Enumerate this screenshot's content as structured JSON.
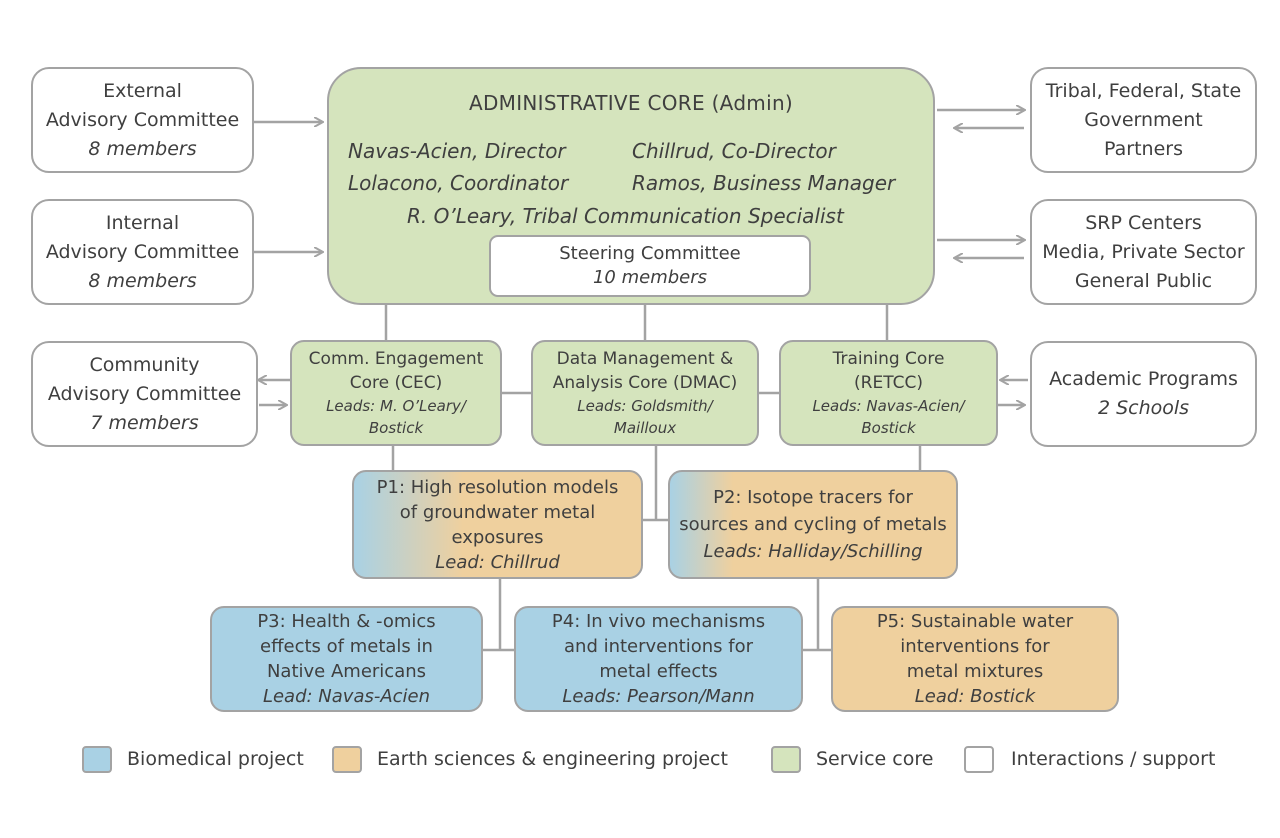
{
  "admin": {
    "title": "ADMINISTRATIVE CORE (Admin)",
    "members": [
      "Navas-Acien, Director",
      "Chillrud, Co-Director",
      "Lolacono, Coordinator",
      "Ramos, Business Manager",
      "R. O’Leary, Tribal Communication Specialist"
    ],
    "steering": {
      "name": "Steering Committee",
      "size": "10 members"
    }
  },
  "left_committees": [
    {
      "line1": "External",
      "line2": "Advisory Committee",
      "size": "8 members"
    },
    {
      "line1": "Internal",
      "line2": "Advisory Committee",
      "size": "8 members"
    },
    {
      "line1": "Community",
      "line2": "Advisory Committee",
      "size": "7 members"
    }
  ],
  "right_partners": [
    {
      "lines": [
        "Tribal, Federal, State",
        "Government",
        "Partners"
      ]
    },
    {
      "lines": [
        "SRP Centers",
        "Media, Private Sector",
        "General Public"
      ]
    },
    {
      "name": "Academic Programs",
      "size": "2 Schools"
    }
  ],
  "cores": [
    {
      "title1": "Comm. Engagement",
      "title2": "Core (CEC)",
      "leads1": "Leads:  M. O’Leary/",
      "leads2": "Bostick"
    },
    {
      "title1": "Data Management &",
      "title2": "Analysis Core (DMAC)",
      "leads1": "Leads: Goldsmith/",
      "leads2": "Mailloux"
    },
    {
      "title1": "Training Core",
      "title2": "(RETCC)",
      "leads1": "Leads:  Navas-Acien/",
      "leads2": "Bostick"
    }
  ],
  "projects": [
    {
      "lines": [
        "P1: High resolution models",
        "of groundwater metal",
        "exposures"
      ],
      "lead": "Lead: Chillrud"
    },
    {
      "lines": [
        "P2: Isotope tracers for",
        "sources and cycling of metals"
      ],
      "lead": "Leads: Halliday/Schilling"
    },
    {
      "lines": [
        "P3: Health & -omics",
        "effects of metals in",
        "Native Americans"
      ],
      "lead": "Lead: Navas-Acien"
    },
    {
      "lines": [
        "P4: In vivo mechanisms",
        "and interventions for",
        "metal effects"
      ],
      "lead": "Leads: Pearson/Mann"
    },
    {
      "lines": [
        "P5: Sustainable water",
        "interventions for",
        "metal mixtures"
      ],
      "lead": "Lead: Bostick"
    }
  ],
  "legend": [
    {
      "label": "Biomedical project",
      "color": "#a9d1e4"
    },
    {
      "label": "Earth sciences & engineering project",
      "color": "#efd09e"
    },
    {
      "label": "Service core",
      "color": "#d5e4bd"
    },
    {
      "label": "Interactions / support",
      "color": "#ffffff"
    }
  ]
}
